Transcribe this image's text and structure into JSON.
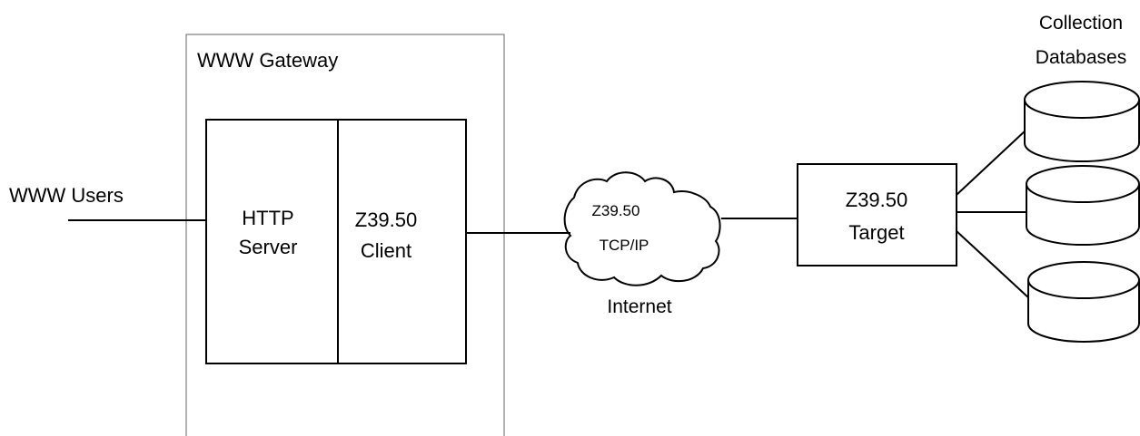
{
  "gateway": {
    "title": "WWW Gateway"
  },
  "users": {
    "label": "WWW Users"
  },
  "http_server": {
    "line1": "HTTP",
    "line2": "Server"
  },
  "z3950_client": {
    "line1": "Z39.50",
    "line2": "Client"
  },
  "internet": {
    "cloud_line1": "Z39.50",
    "cloud_line2": "TCP/IP",
    "label": "Internet"
  },
  "z3950_target": {
    "line1": "Z39.50",
    "line2": "Target"
  },
  "databases": {
    "line1": "Collection",
    "line2": "Databases",
    "count": 3
  },
  "colors": {
    "stroke": "#000000",
    "gateway_border": "#666666",
    "background": "#ffffff"
  }
}
